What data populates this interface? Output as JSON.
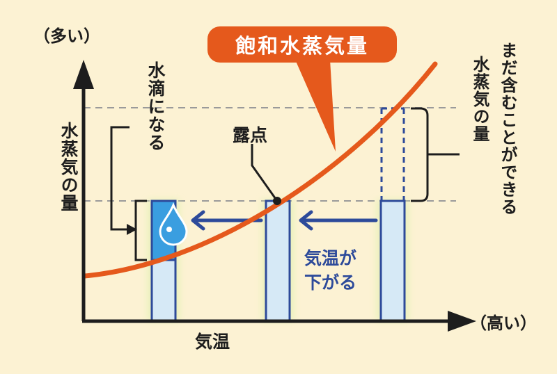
{
  "callout": "飽和水蒸気量",
  "y_axis": {
    "top": "（多い）",
    "label": "水蒸気の量"
  },
  "x_axis": {
    "label": "気温",
    "end": "（高い）"
  },
  "labels": {
    "droplets": "水滴になる",
    "dew_point": "露点",
    "temp_falls_1": "気温が",
    "temp_falls_2": "下がる",
    "remaining_1": "まだ含むことができる",
    "remaining_2": "水蒸気の量"
  },
  "colors": {
    "background": "#fcf2d3",
    "curve": "#e5591c",
    "axis": "#1d1d1d",
    "arrow_blue": "#2d4a9a",
    "column_fill": "#d6e9f6",
    "droplet_fill": "#3a9ee0",
    "dashed": "#9a9a9a"
  },
  "icons": [
    "water-drop-icon",
    "arrow-left-icon"
  ]
}
